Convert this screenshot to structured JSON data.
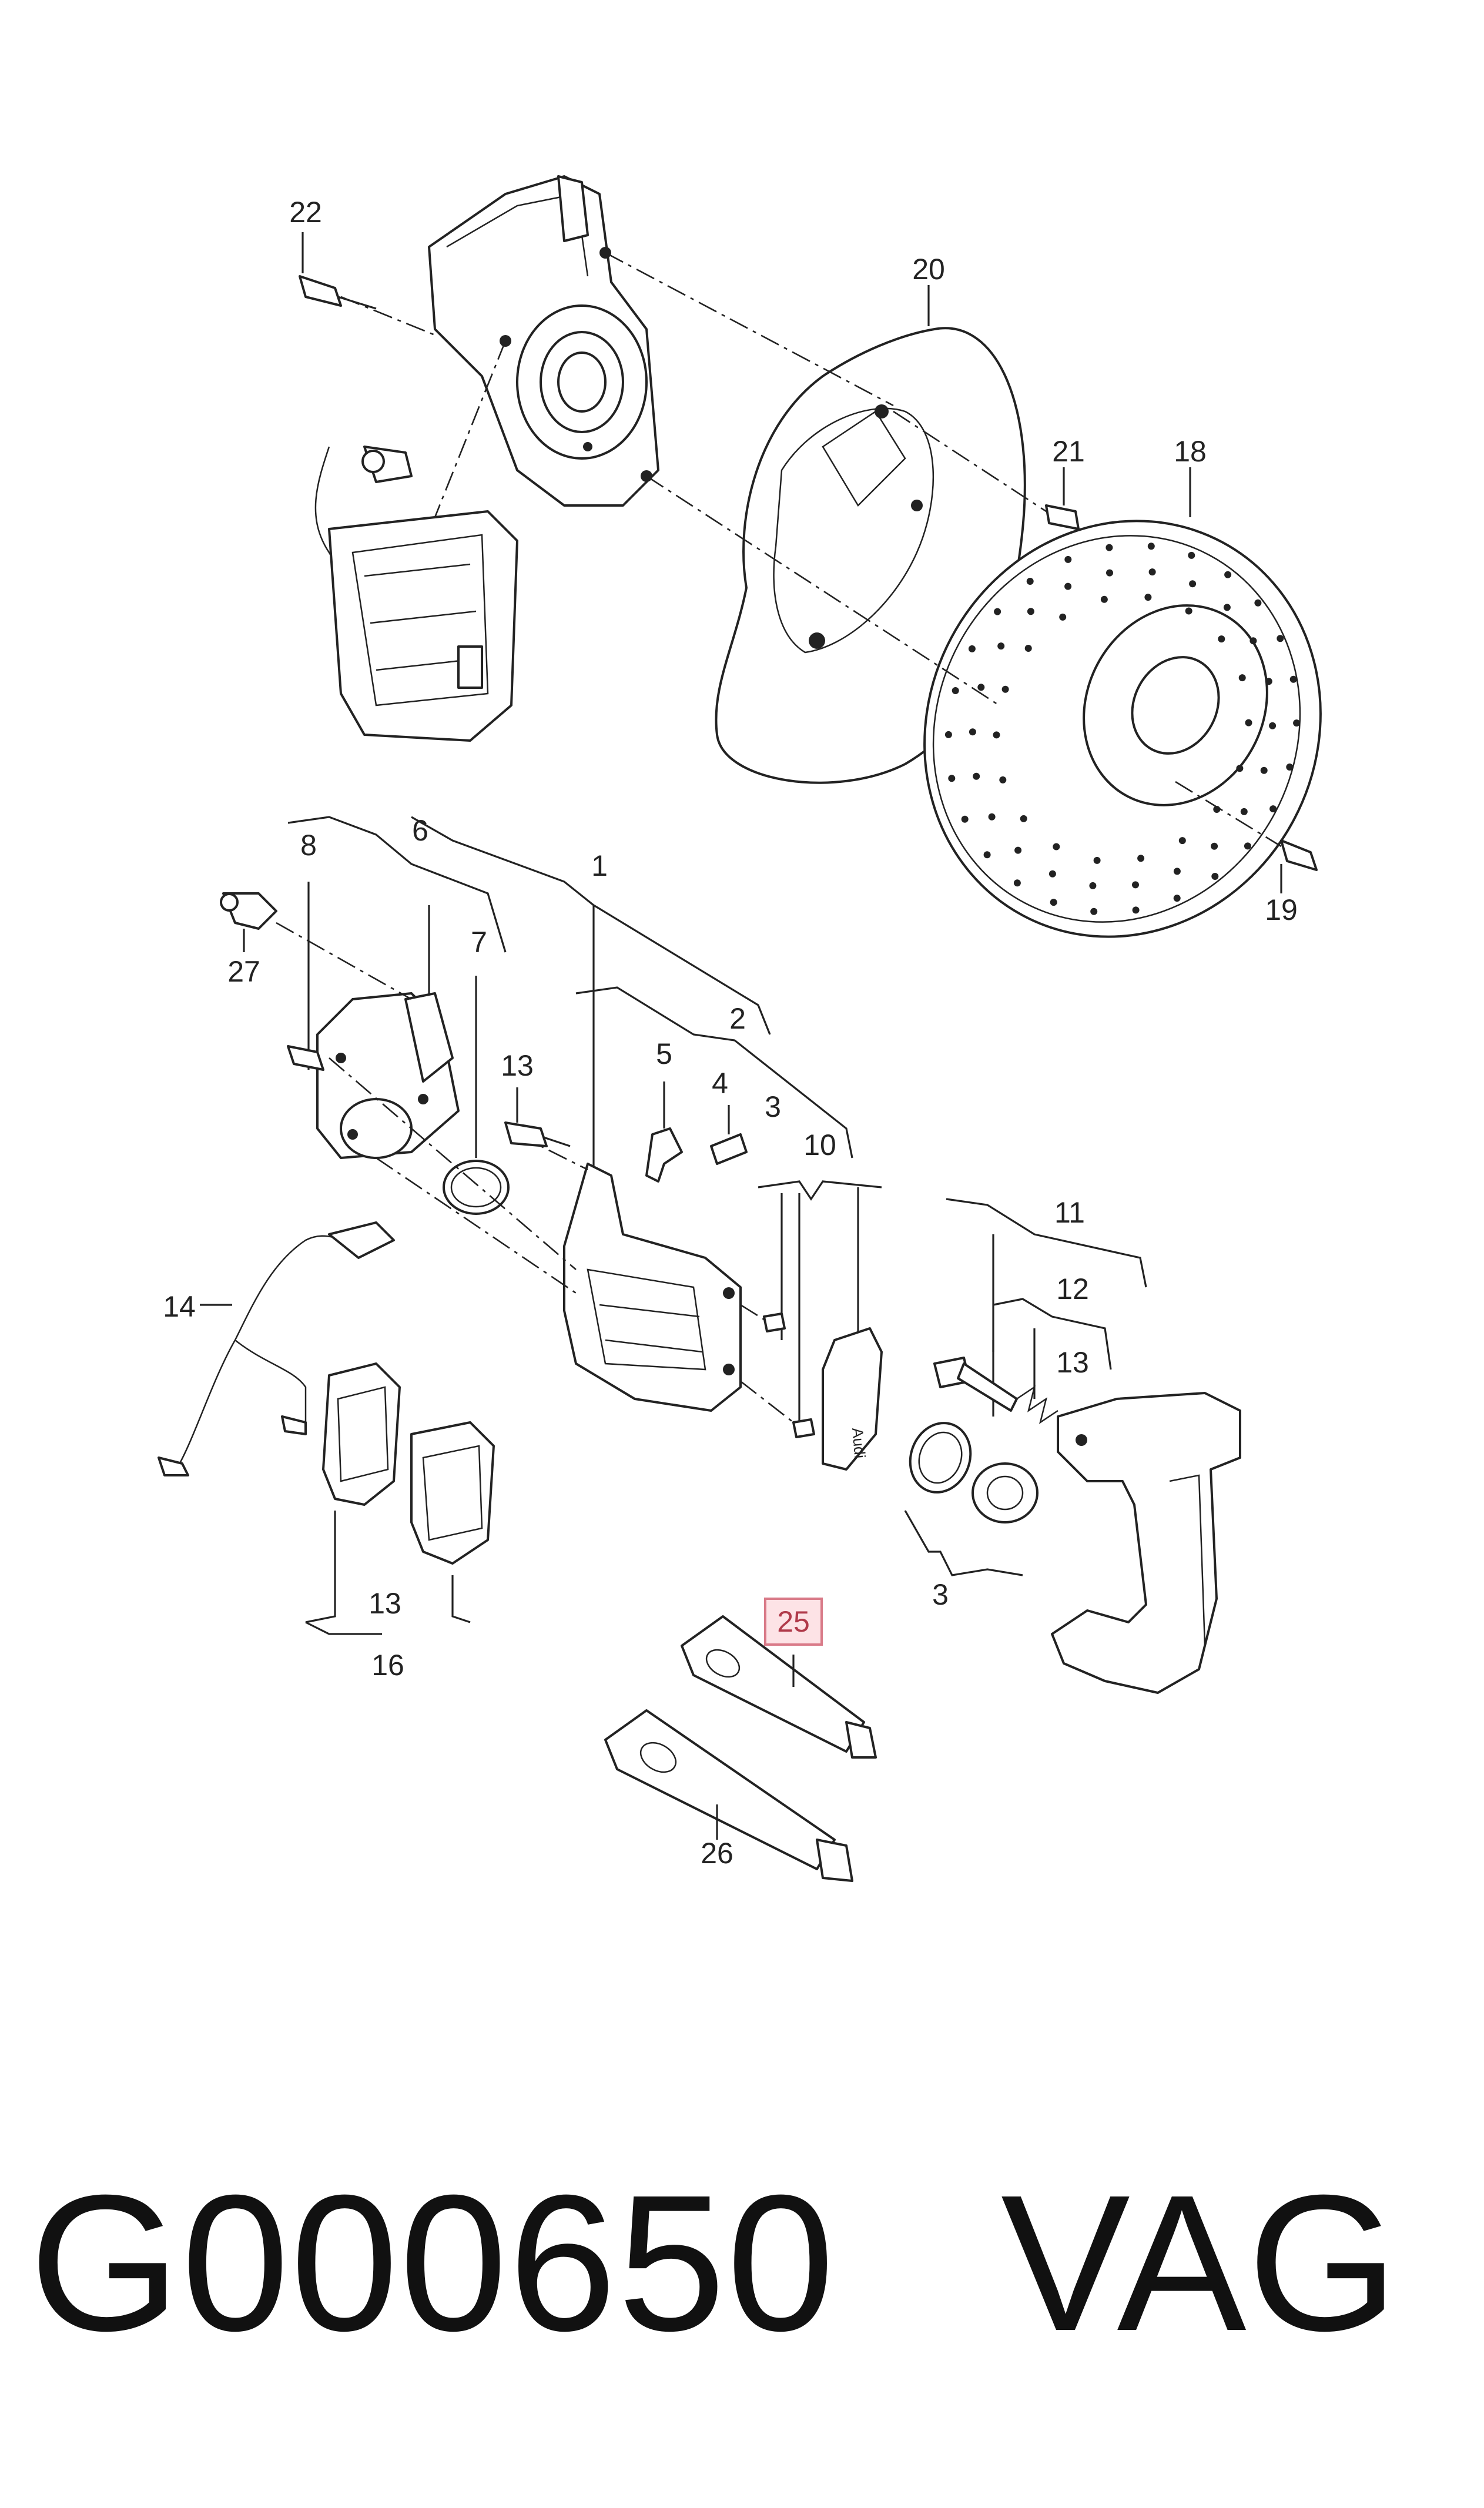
{
  "diagram": {
    "callouts": {
      "c1": "1",
      "c2": "2",
      "c3a": "3",
      "c3b": "3",
      "c4": "4",
      "c5": "5",
      "c6": "6",
      "c7": "7",
      "c8": "8",
      "c10": "10",
      "c11": "11",
      "c12": "12",
      "c13a": "13",
      "c13b": "13",
      "c13c": "13",
      "c14": "14",
      "c16": "16",
      "c18": "18",
      "c19": "19",
      "c20": "20",
      "c21": "21",
      "c22": "22",
      "c25": "25",
      "c26": "26",
      "c27": "27"
    },
    "highlighted_callout": "25",
    "pad_marking": "Audi",
    "icons": [
      "steering-knuckle-icon",
      "brake-caliper-icon",
      "brake-disc-icon",
      "splash-shield-icon",
      "brake-pad-icon",
      "wear-sensor-icon",
      "grease-tube-icon",
      "bolt-icon"
    ]
  },
  "footer": {
    "part_number": "G000650",
    "brand": "VAG"
  }
}
